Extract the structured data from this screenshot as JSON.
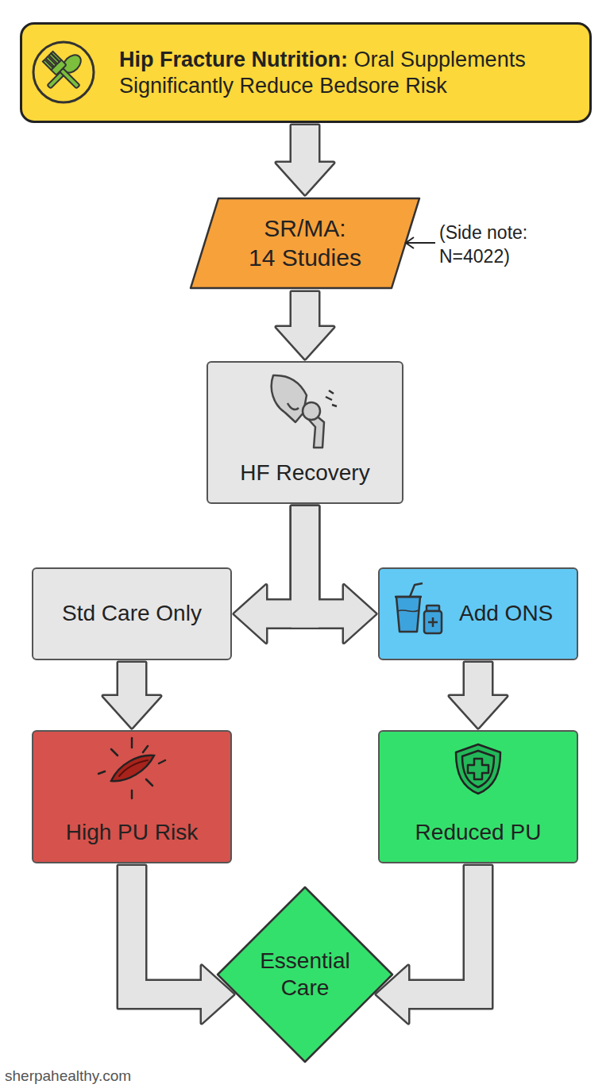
{
  "diagram": {
    "nodes": [
      {
        "text": [
          "Hip Fracture Nutrition:",
          "Oral Supplements Significantly Reduce Bedsore Risk"
        ]
      },
      {
        "text": [
          "SR/MA:",
          "14 Studies"
        ]
      },
      {
        "text": [
          "HF Recovery"
        ]
      },
      {
        "text": [
          "Std Care Only"
        ]
      },
      {
        "text": [
          "Add ONS"
        ]
      },
      {
        "text": [
          "High PU Risk"
        ]
      },
      {
        "text": [
          "Reduced PU"
        ]
      },
      {
        "text": [
          "Essential Care"
        ]
      }
    ],
    "edges": [
      {
        "from": 0,
        "to": 1,
        "arrow": "to"
      },
      {
        "from": 1,
        "to": 2,
        "arrow": "to"
      },
      {
        "from": 2,
        "to": 3,
        "arrow": "to"
      },
      {
        "from": 2,
        "to": 4,
        "arrow": "to"
      },
      {
        "from": 3,
        "to": 5,
        "arrow": "to"
      },
      {
        "from": 4,
        "to": 6,
        "arrow": "to"
      },
      {
        "from": 5,
        "to": 7,
        "arrow": "to"
      },
      {
        "from": 6,
        "to": 7,
        "arrow": "to"
      }
    ],
    "labels": [
      "(Side note: N=4022)",
      "sherpahealthy.com"
    ]
  }
}
